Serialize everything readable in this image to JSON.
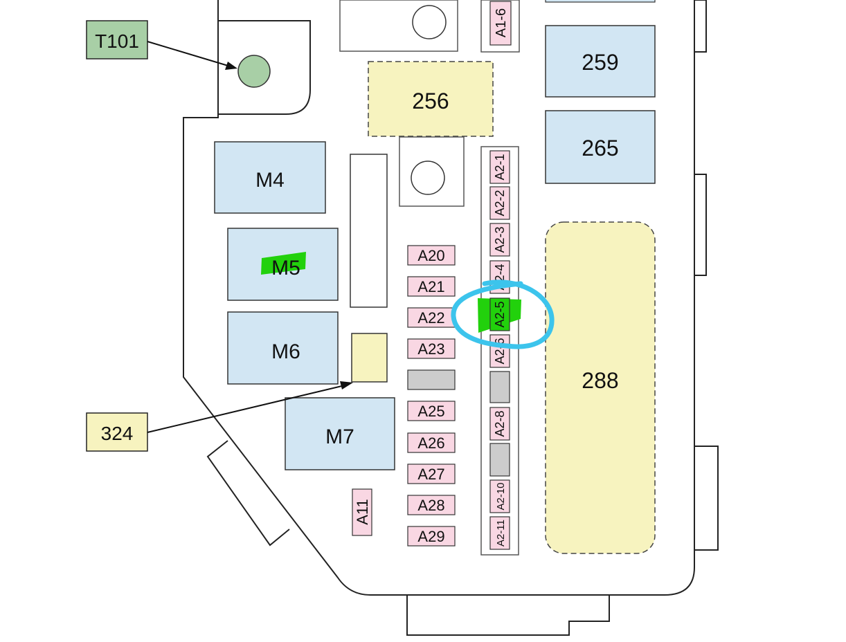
{
  "colors": {
    "relay_blue": "#d2e6f3",
    "fuse_pink": "#f9d7e3",
    "yellow": "#f7f3bf",
    "ground_green": "#a8cfa6",
    "gray_slot": "#cccccc",
    "highlight_green": "#22d10c",
    "circle_marker": "#3cc4ec",
    "outline": "#222222"
  },
  "callouts": {
    "t101": "T101",
    "c324": "324"
  },
  "relays": {
    "m4": "M4",
    "m5": "M5",
    "m6": "M6",
    "m7": "M7",
    "r259": "259",
    "r265": "265"
  },
  "blocks": {
    "b256": "256",
    "b288": "288"
  },
  "fuses_left": [
    "A20",
    "A21",
    "A22",
    "A23",
    "A25",
    "A26",
    "A27",
    "A28",
    "A29"
  ],
  "fuse_a11": "A11",
  "fuse_a1_6": "A1-6",
  "fuses_a2": [
    "A2-1",
    "A2-2",
    "A2-3",
    "A2-4",
    "A2-5",
    "A2-6",
    "A2-8",
    "A2-10",
    "A2-11"
  ],
  "highlighted": [
    "M5",
    "A2-5"
  ]
}
